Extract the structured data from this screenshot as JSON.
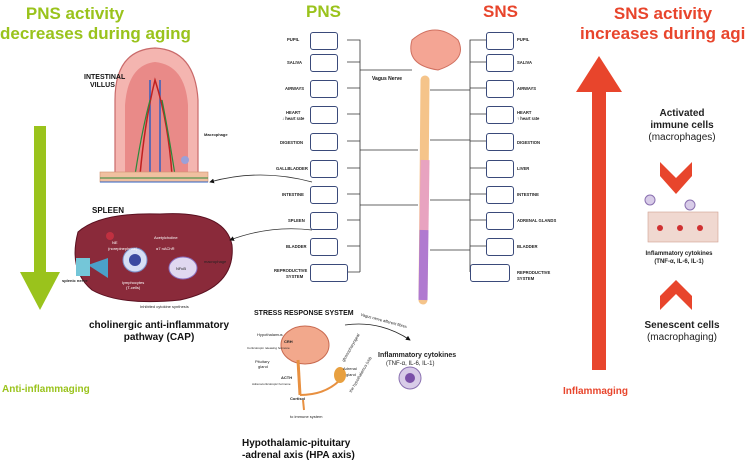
{
  "left": {
    "title_line1": "PNS activity",
    "title_line2": "decreases during aging",
    "intestinal_villus_line1": "INTESTINAL",
    "intestinal_villus_line2": "VILLUS",
    "macrophage": "Macrophage",
    "spleen": "SPLEEN",
    "ne": "NE",
    "ne_sub": "(norepinephrine)",
    "acetylcholine": "Acetylcholine",
    "a7nachr": "α7 nAChR",
    "splenic_nerve": "splenic nerve",
    "lymphocytes": "lymphocytes",
    "t_cells": "(T-cells)",
    "macrophage2": "macrophage",
    "nfkb": "NFκB",
    "inhibited": "Inhibited cytokine synthesis",
    "cap_line1": "cholinergic anti-inflammatory",
    "cap_line2": "pathway (CAP)",
    "anti_inflammaging": "Anti-inflammaging"
  },
  "center": {
    "pns": "PNS",
    "sns": "SNS",
    "vagus": "Vagus Nerve",
    "pns_items": [
      "PUPIL",
      "SALIVA",
      "AIRWAYS",
      "HEART",
      "DIGESTION",
      "GALLBLADDER",
      "INTESTINE",
      "SPLEEN",
      "BLADDER",
      "REPRODUCTIVE"
    ],
    "pns_heart_sub": "↓ heart rate",
    "pns_repro_sub": "SYSTEM",
    "sns_items": [
      "PUPIL",
      "SALIVA",
      "AIRWAYS",
      "HEART",
      "DIGESTION",
      "LIVER",
      "INTESTINE",
      "ADRENAL GLANDS",
      "BLADDER",
      "REPRODUCTIVE"
    ],
    "sns_heart_sub": "↑ heart rate",
    "sns_repro_sub": "SYSTEM"
  },
  "stress": {
    "title": "STRESS RESPONSE SYSTEM",
    "hypothalamus": "Hypothalamus",
    "crh": "CRH",
    "crh_sub": "Corticotropin releasing hormone",
    "pituitary": "Pituitary",
    "gland": "gland",
    "acth": "ACTH",
    "acth_sub": "Adrenocorticotropic hormone",
    "adrenal": "Adrenal",
    "adrenal_gland": "gland",
    "cortisol": "Cortisol",
    "immune": "to immune system",
    "vagus_afferent": "Vagus nerve afferent fibres",
    "glossopharyngeal": "glossopharyngeal",
    "the_hypothalamus": "the hypothalamus (via)",
    "inflam_cyt": "Inflammatory cytokines",
    "inflam_cyt_sub": "(TNF-α, IL-6, IL-1)",
    "hpa_line1": "Hypothalamic-pituitary",
    "hpa_line2": "-adrenal axis (HPA axis)"
  },
  "right": {
    "title_line1": "SNS activity",
    "title_line2": "increases during aging",
    "activated_line1": "Activated",
    "activated_line2": "immune cells",
    "activated_line3": "(macrophages)",
    "cyt_line1": "Inflammatory cytokines",
    "cyt_line2": "(TNF-α, IL-6, IL-1)",
    "senescent_line1": "Senescent cells",
    "senescent_line2": "(macrophaging)",
    "inflammaging": "Inflammaging"
  },
  "colors": {
    "green": "#9ac31c",
    "red": "#e8452c"
  }
}
